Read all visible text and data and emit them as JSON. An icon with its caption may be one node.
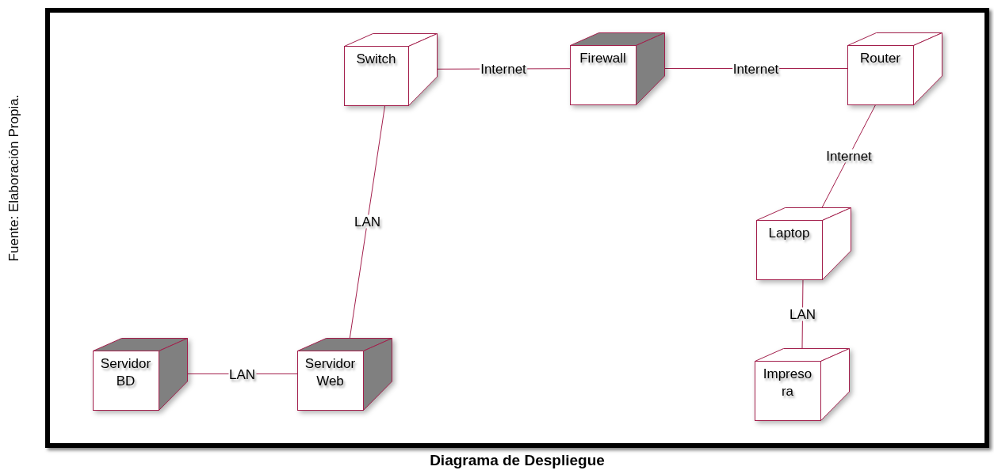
{
  "diagram": {
    "caption": "Diagrama de Despliegue",
    "nodes": [
      {
        "text": [
          "Switch"
        ]
      },
      {
        "text": [
          "Firewall"
        ]
      },
      {
        "text": [
          "Router"
        ]
      },
      {
        "text": [
          "Laptop"
        ]
      },
      {
        "text": [
          "Impresora"
        ]
      },
      {
        "text": [
          "Servidor BD"
        ]
      },
      {
        "text": [
          "Servidor Web"
        ]
      }
    ],
    "edges": [
      {
        "from": 0,
        "to": 1,
        "arrow": "none",
        "label": "Internet"
      },
      {
        "from": 1,
        "to": 2,
        "arrow": "none",
        "label": "Internet"
      },
      {
        "from": 2,
        "to": 3,
        "arrow": "none",
        "label": "Internet"
      },
      {
        "from": 3,
        "to": 4,
        "arrow": "none",
        "label": "LAN"
      },
      {
        "from": 0,
        "to": 6,
        "arrow": "none",
        "label": "LAN"
      },
      {
        "from": 5,
        "to": 6,
        "arrow": "none",
        "label": "LAN"
      }
    ],
    "labels": [
      "Fuente: Elaboración Propia."
    ]
  }
}
